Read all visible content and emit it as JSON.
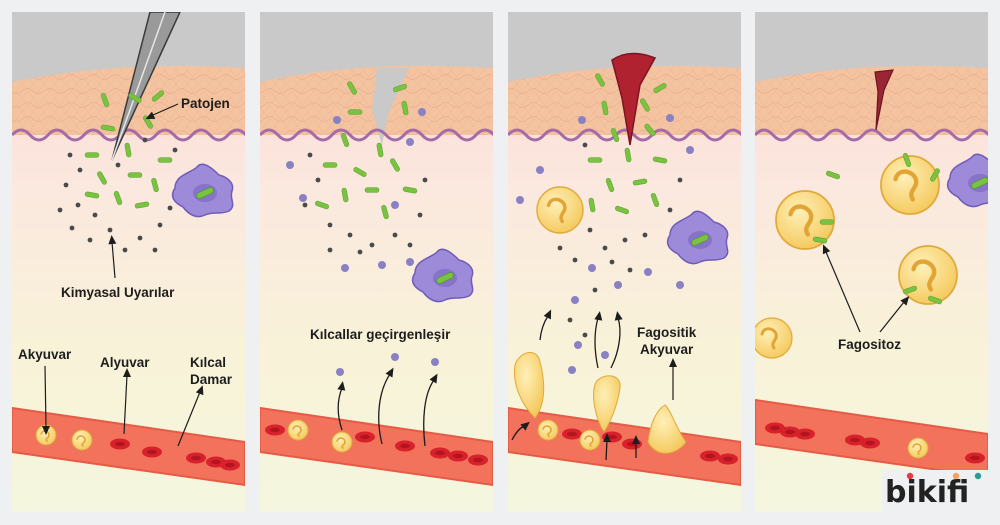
{
  "labels": {
    "pathogen": "Patojen",
    "chemical_signals": "Kimyasal Uyarılar",
    "leukocyte": "Akyuvar",
    "erythrocyte": "Alyuvar",
    "capillary_line1": "Kılcal",
    "capillary_line2": "Damar",
    "permeability": "Kılcallar geçirgenleşir",
    "phagocytic_line1": "Fagositik",
    "phagocytic_line2": "Akyuvar",
    "phagocytosis": "Fagositoz"
  },
  "brand": {
    "text": "bikifi",
    "i_dot_colors": [
      "#e63946",
      "#f4a261",
      "#2a9d8f"
    ]
  },
  "colors": {
    "bacteria": "#7cc242",
    "bacteria_dark": "#4f9a2a",
    "signal_dot": "#4a4a4a",
    "purple_dot": "#8a80c4",
    "macrophage": "#8e7ad0",
    "leukocyte": "#f7d775",
    "rbc": "#d7222c",
    "vessel": "#f2725c",
    "skin": "#f4c3a0",
    "membrane": "#a56aa8",
    "wound": "#b02230"
  }
}
